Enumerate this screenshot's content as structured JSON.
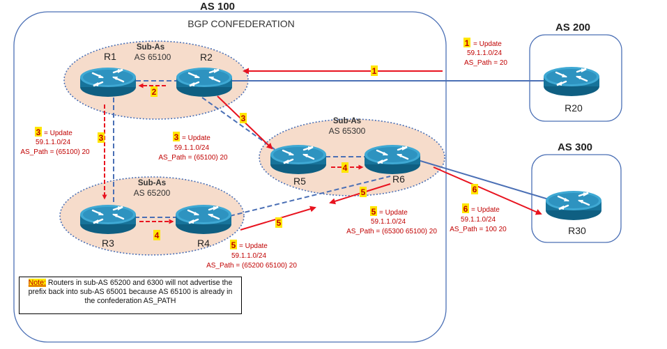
{
  "as100": {
    "title": "AS 100",
    "subtitle": "BGP CONFEDERATION"
  },
  "as200": {
    "title": "AS 200",
    "router": "R20"
  },
  "as300": {
    "title": "AS 300",
    "router": "R30"
  },
  "subas_65100": {
    "title": "Sub-As",
    "number": "AS 65100"
  },
  "subas_65200": {
    "title": "Sub-As",
    "number": "AS 65200"
  },
  "subas_65300": {
    "title": "Sub-As",
    "number": "AS 65300"
  },
  "routers": {
    "r1": "R1",
    "r2": "R2",
    "r3": "R3",
    "r4": "R4",
    "r5": "R5",
    "r6": "R6"
  },
  "step_labels": {
    "s1": "1",
    "s2": "2",
    "s3a": "3",
    "s3b": "3",
    "s4a": "4",
    "s4b": "4",
    "s5a": "5",
    "s5b": "5",
    "s6": "6"
  },
  "annotations": {
    "a1": {
      "num": "1",
      "line1": "= Update",
      "line2": "59.1.1.0/24",
      "line3": "AS_Path = 20"
    },
    "a3_left": {
      "num": "3",
      "line1": "= Update",
      "line2": "59.1.1.0/24",
      "line3": "AS_Path = (65100) 20"
    },
    "a3_mid": {
      "num": "3",
      "line1": "= Update",
      "line2": "59.1.1.0/24",
      "line3": "AS_Path = (65100) 20"
    },
    "a5_right": {
      "num": "5",
      "line1": "= Update",
      "line2": "59.1.1.0/24",
      "line3": "AS_Path = (65300 65100) 20"
    },
    "a5_bottom": {
      "num": "5",
      "line1": "= Update",
      "line2": "59.1.1.0/24",
      "line3": "AS_Path = (65200 65100) 20"
    },
    "a6": {
      "num": "6",
      "line1": "= Update",
      "line2": "59.1.1.0/24",
      "line3": "AS_Path = 100 20"
    }
  },
  "note": {
    "label": "Note:",
    "text": " Routers in sub-AS 65200 and 6300 will not advertise the prefix back into sub-AS 65001 because AS 65100 is already in the confederation AS_PATH"
  },
  "colors": {
    "update_arrow": "#e8131f",
    "link_solid": "#4a6fb5",
    "link_dashed": "#4a6fb5",
    "subas_fill": "#f6dccb",
    "subas_border": "#4a6fb5",
    "router_body": "#1b7ea6",
    "highlight": "#ffe600",
    "label_red": "#c00000"
  },
  "icons": {
    "router": "router-icon"
  }
}
